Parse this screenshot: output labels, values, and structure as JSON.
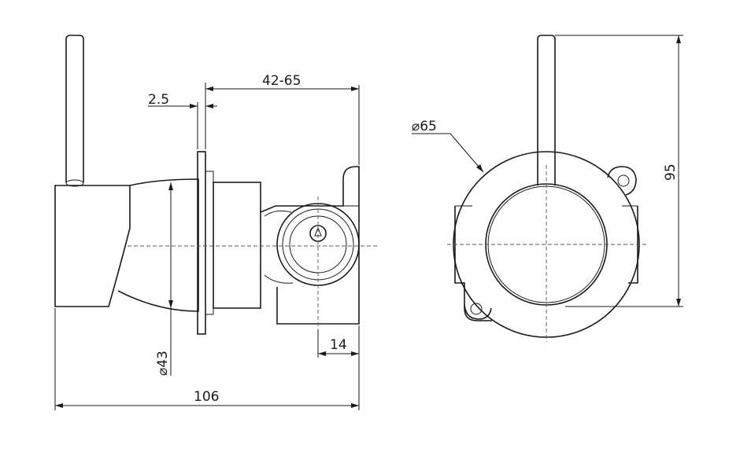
{
  "dimensions": {
    "flange_thickness": "2.5",
    "wall_depth_range": "42-65",
    "inlet_offset": "14",
    "body_diameter": "⌀43",
    "overall_length": "106",
    "plate_diameter": "⌀65",
    "total_height": "95"
  }
}
